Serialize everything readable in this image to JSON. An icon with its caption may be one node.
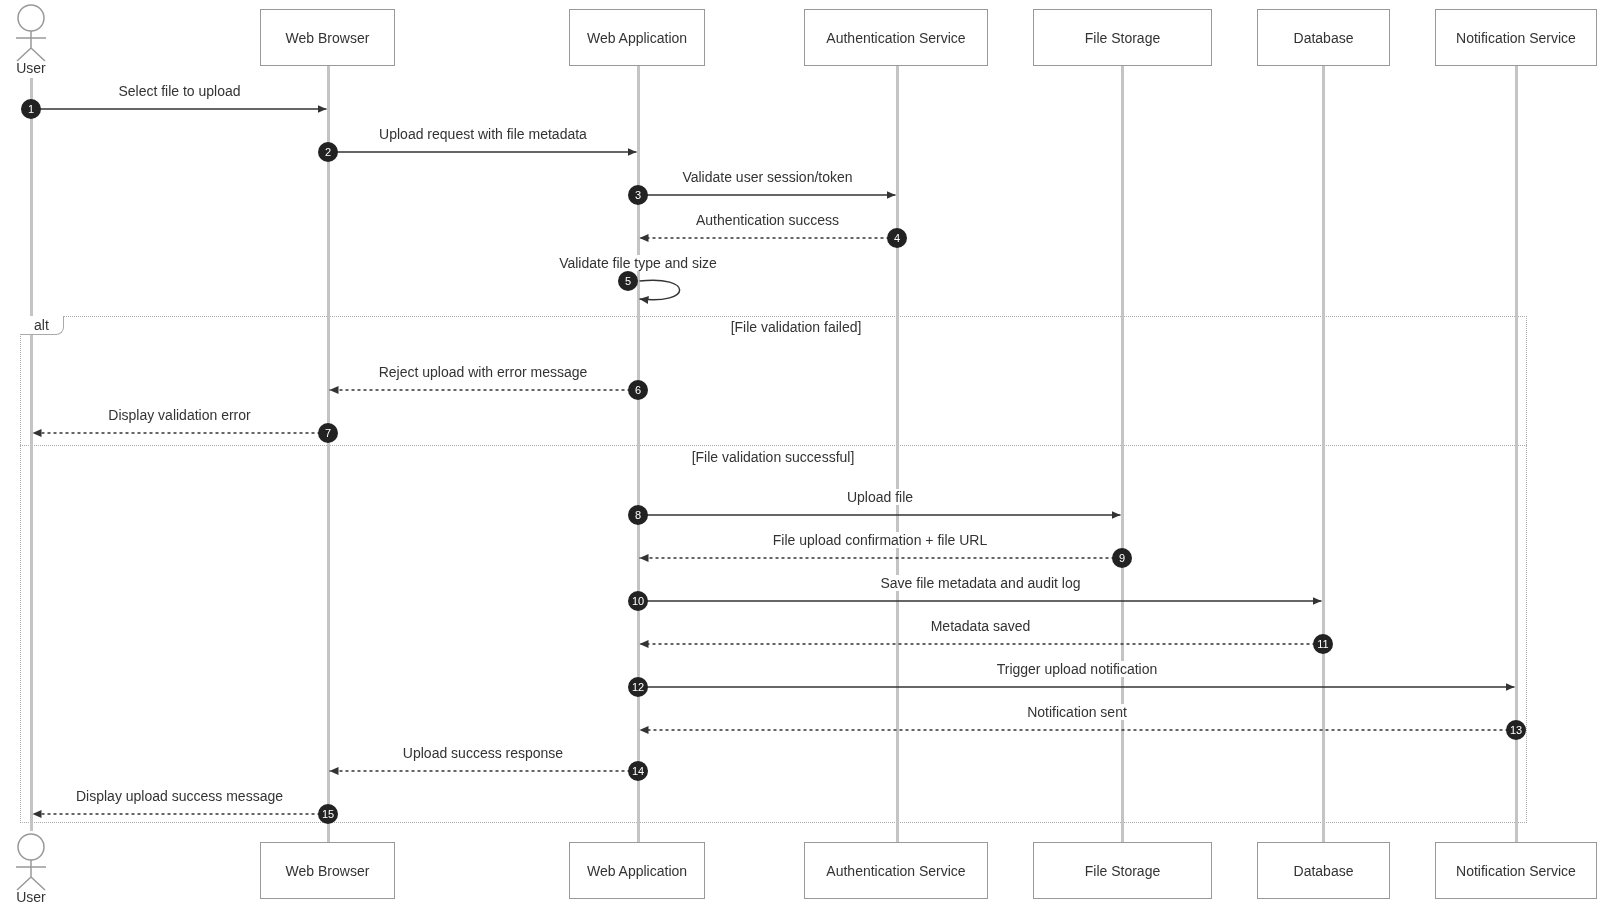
{
  "diagram": {
    "nodes": [
      {
        "text": [
          "User"
        ]
      },
      {
        "text": [
          "Web Browser"
        ]
      },
      {
        "text": [
          "Web Application"
        ]
      },
      {
        "text": [
          "Authentication Service"
        ]
      },
      {
        "text": [
          "File Storage"
        ]
      },
      {
        "text": [
          "Database"
        ]
      },
      {
        "text": [
          "Notification Service"
        ]
      },
      {
        "text": [],
        "shape": "line"
      },
      {
        "text": [],
        "shape": "line"
      },
      {
        "text": [],
        "shape": "line"
      },
      {
        "text": [],
        "shape": "line"
      },
      {
        "text": [],
        "shape": "line"
      },
      {
        "text": [],
        "shape": "line"
      },
      {
        "text": [],
        "shape": "line"
      },
      {
        "text": [
          "User"
        ]
      },
      {
        "text": [
          "Web Browser"
        ]
      },
      {
        "text": [
          "Web Application"
        ]
      },
      {
        "text": [
          "Authentication Service"
        ]
      },
      {
        "text": [
          "File Storage"
        ]
      },
      {
        "text": [
          "Database"
        ]
      },
      {
        "text": [
          "Notification Service"
        ]
      }
    ],
    "edges": [
      {
        "from": 7,
        "to": 8,
        "arrow": "to",
        "label": "Select file to upload"
      },
      {
        "from": 8,
        "to": 9,
        "arrow": "to",
        "label": "Upload request with file metadata"
      },
      {
        "from": 9,
        "to": 10,
        "arrow": "to",
        "label": "Validate user session/token"
      },
      {
        "from": 10,
        "to": 9,
        "arrow": "to",
        "label": "Authentication success",
        "style": "dashed"
      },
      {
        "from": 9,
        "to": 9,
        "arrow": "to",
        "label": "Validate file type and size"
      },
      {
        "from": 9,
        "to": 8,
        "arrow": "to",
        "label": "Reject upload with error message",
        "style": "dashed"
      },
      {
        "from": 8,
        "to": 7,
        "arrow": "to",
        "label": "Display validation error",
        "style": "dashed"
      },
      {
        "from": 9,
        "to": 11,
        "arrow": "to",
        "label": "Upload file"
      },
      {
        "from": 11,
        "to": 9,
        "arrow": "to",
        "label": "File upload confirmation + file URL",
        "style": "dashed"
      },
      {
        "from": 9,
        "to": 12,
        "arrow": "to",
        "label": "Save file metadata and audit log"
      },
      {
        "from": 12,
        "to": 9,
        "arrow": "to",
        "label": "Metadata saved",
        "style": "dashed"
      },
      {
        "from": 9,
        "to": 13,
        "arrow": "to",
        "label": "Trigger upload notification"
      },
      {
        "from": 13,
        "to": 9,
        "arrow": "to",
        "label": "Notification sent",
        "style": "dashed"
      },
      {
        "from": 9,
        "to": 8,
        "arrow": "to",
        "label": "Upload success response",
        "style": "dashed"
      },
      {
        "from": 8,
        "to": 7,
        "arrow": "to",
        "label": "Display upload success message",
        "style": "dashed"
      }
    ],
    "labels": [
      "alt",
      "[File validation failed]",
      "[File validation successful]",
      "1",
      "2",
      "3",
      "4",
      "5",
      "6",
      "7",
      "8",
      "9",
      "10",
      "11",
      "12",
      "13",
      "14",
      "15"
    ]
  }
}
